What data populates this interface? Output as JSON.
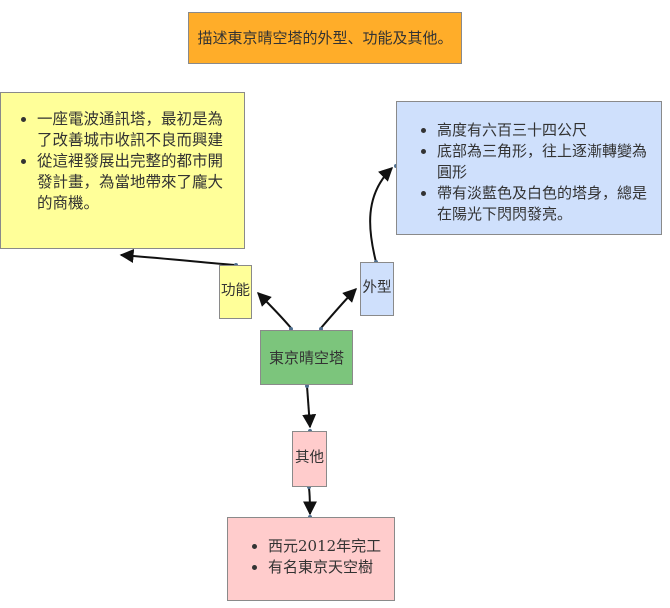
{
  "title": "描述東京晴空塔的外型、功能及其他。",
  "center": "東京晴空塔",
  "branches": {
    "function": {
      "label": "功能",
      "items": [
        "一座電波通訊塔，最初是為了改善城市收訊不良而興建",
        "從這裡發展出完整的都市開發計畫，為當地帶來了龐大的商機。"
      ]
    },
    "appearance": {
      "label": "外型",
      "items": [
        "高度有六百三十四公尺",
        "底部為三角形，往上逐漸轉變為圓形",
        "帶有淡藍色及白色的塔身，總是在陽光下閃閃發亮。"
      ]
    },
    "other": {
      "label": "其他",
      "items": [
        "西元2012年完工",
        "有名東京天空樹"
      ]
    }
  },
  "colors": {
    "title_fill": "#ffad29",
    "center_fill": "#7cc57c",
    "function_fill": "#ffff99",
    "appearance_fill": "#cfe0fc",
    "other_fill": "#ffcccc"
  }
}
